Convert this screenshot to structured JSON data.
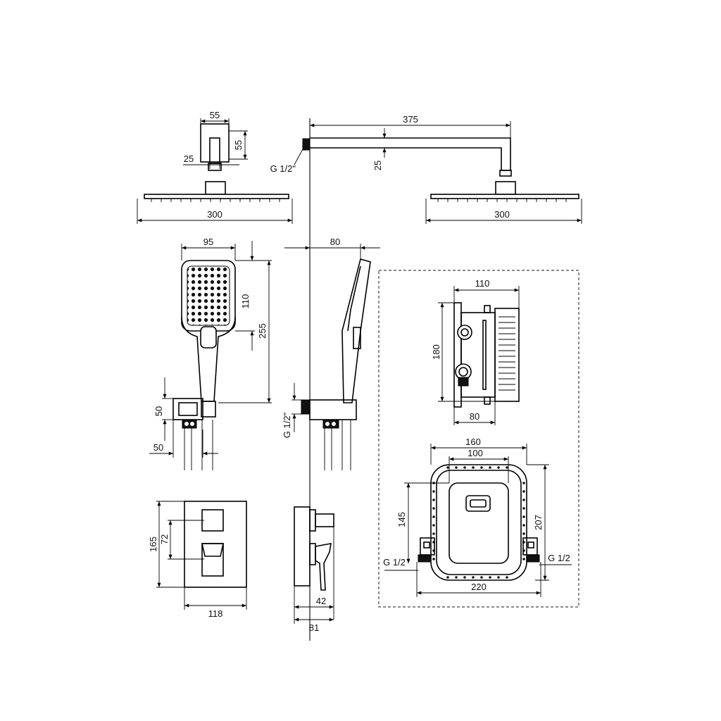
{
  "dimensions": {
    "arm_block_width": "55",
    "arm_block_height": "55",
    "arm_pipe": "25",
    "head_width_left": "300",
    "arm_length": "375",
    "arm_offset": "25",
    "head_width_right": "300",
    "thread_top": "G 1/2\"",
    "hand_width": "95",
    "hand_face": "110",
    "hand_length": "255",
    "holder_height": "50",
    "holder_width": "50",
    "hand_projection": "80",
    "thread_holder": "G 1/2\"",
    "box_width": "110",
    "box_height": "180",
    "box_depth": "80",
    "plate_outer": "160",
    "plate_inner": "100",
    "plate_inner_height": "145",
    "plate_height": "207",
    "plate_total": "220",
    "thread_left": "G 1/2",
    "thread_right": "G 1/2",
    "mixer_height": "165",
    "mixer_offset": "72",
    "mixer_width": "118",
    "mixer_depth": "42",
    "mixer_projection": "81"
  }
}
